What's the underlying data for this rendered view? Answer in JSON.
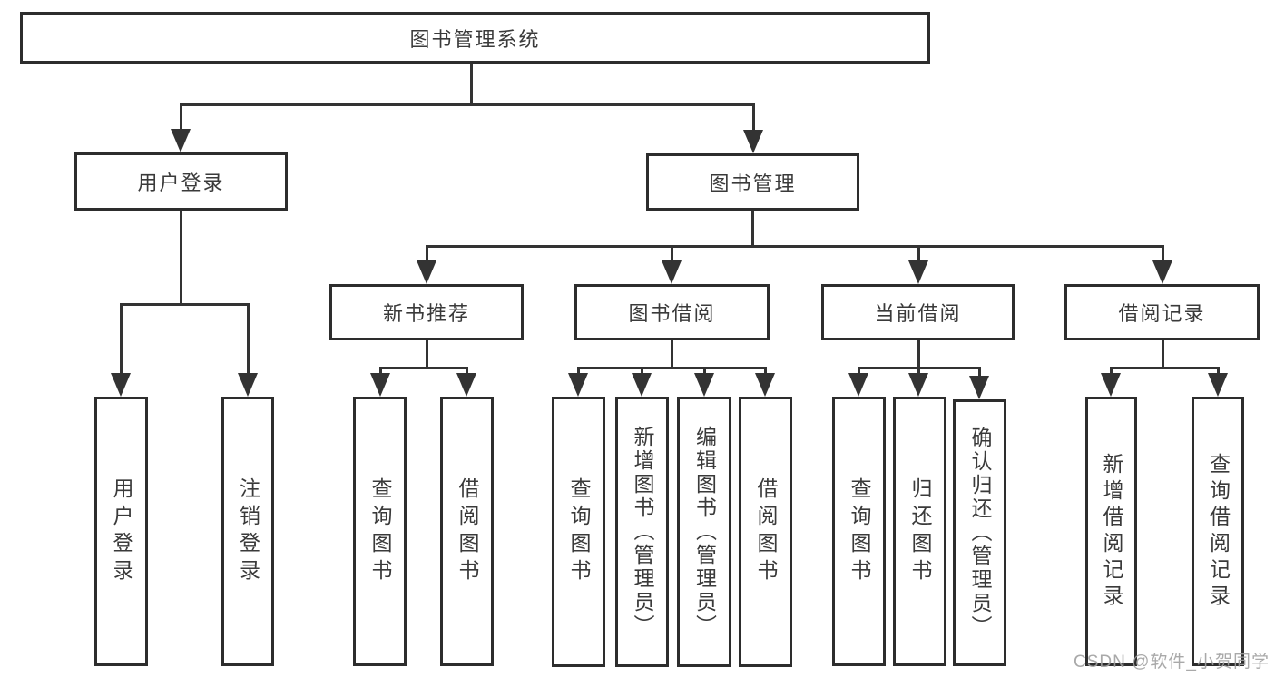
{
  "tree": {
    "label": "图书管理系统",
    "children": [
      {
        "label": "用户登录",
        "children": [
          {
            "label": "用户登录"
          },
          {
            "label": "注销登录"
          }
        ]
      },
      {
        "label": "图书管理",
        "children": [
          {
            "label": "新书推荐",
            "children": [
              {
                "label": "查询图书"
              },
              {
                "label": "借阅图书"
              }
            ]
          },
          {
            "label": "图书借阅",
            "children": [
              {
                "label": "查询图书"
              },
              {
                "label": "新增图书（管理员）"
              },
              {
                "label": "编辑图书（管理员）"
              },
              {
                "label": "借阅图书"
              }
            ]
          },
          {
            "label": "当前借阅",
            "children": [
              {
                "label": "查询图书"
              },
              {
                "label": "归还图书"
              },
              {
                "label": "确认归还（管理员）"
              }
            ]
          },
          {
            "label": "借阅记录",
            "children": [
              {
                "label": "新增借阅记录"
              },
              {
                "label": "查询借阅记录"
              }
            ]
          }
        ]
      }
    ]
  },
  "watermark": {
    "text": "CSDN @软件_小贺同学"
  },
  "colors": {
    "line": "#333333",
    "box_border": "#2d2d2d",
    "text": "#3a3a3a",
    "watermark": "#a0a0a0",
    "background": "#ffffff"
  }
}
